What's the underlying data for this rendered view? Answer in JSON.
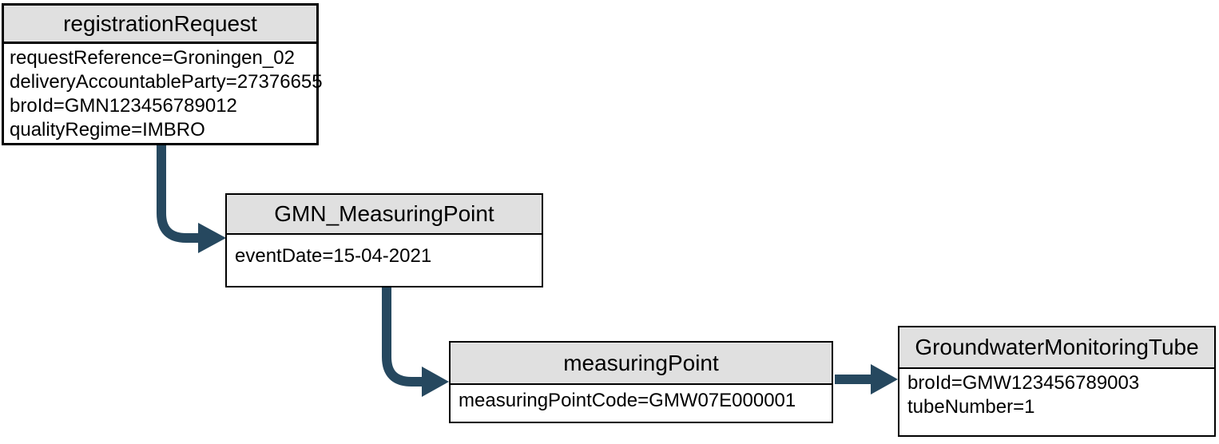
{
  "diagram": {
    "colors": {
      "arrow": "#26485F",
      "header_fill": "#E0E0E0",
      "border": "#000000"
    },
    "nodes": [
      {
        "title": "registrationRequest",
        "attributes": [
          "requestReference=Groningen_02",
          "deliveryAccountableParty=27376655",
          "broId=GMN123456789012",
          "qualityRegime=IMBRO"
        ]
      },
      {
        "title": "GMN_MeasuringPoint",
        "attributes": [
          "eventDate=15-04-2021"
        ]
      },
      {
        "title": "measuringPoint",
        "attributes": [
          "measuringPointCode=GMW07E000001"
        ]
      },
      {
        "title": "GroundwaterMonitoringTube",
        "attributes": [
          "broId=GMW123456789003",
          "tubeNumber=1"
        ]
      }
    ],
    "edges": [
      {
        "from": "registrationRequest",
        "to": "GMN_MeasuringPoint"
      },
      {
        "from": "GMN_MeasuringPoint",
        "to": "measuringPoint"
      },
      {
        "from": "measuringPoint",
        "to": "GroundwaterMonitoringTube"
      }
    ]
  }
}
